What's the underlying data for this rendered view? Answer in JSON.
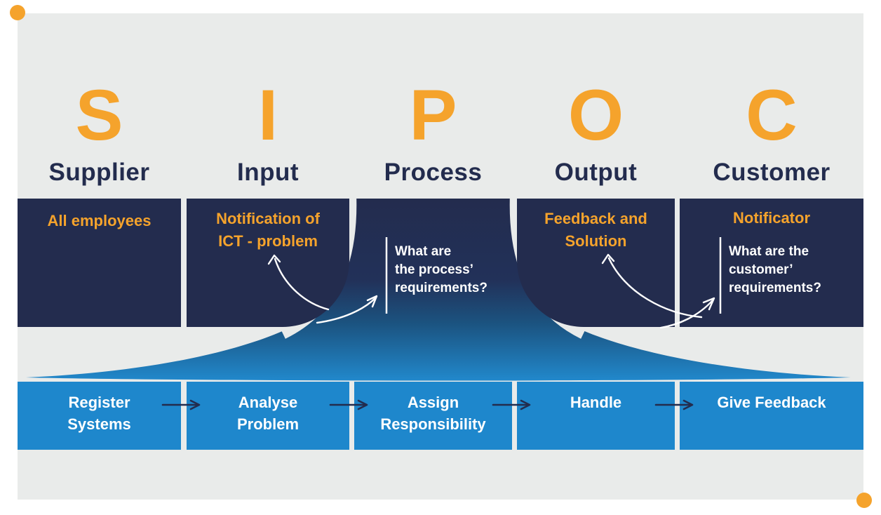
{
  "diagram": "SIPOC process diagram",
  "columns": [
    {
      "letter": "S",
      "label": "Supplier"
    },
    {
      "letter": "I",
      "label": "Input"
    },
    {
      "letter": "P",
      "label": "Process"
    },
    {
      "letter": "O",
      "label": "Output"
    },
    {
      "letter": "C",
      "label": "Customer"
    }
  ],
  "boxes": {
    "supplier": {
      "text": "All employees"
    },
    "input": {
      "line1": "Notification of",
      "line2": "ICT - problem"
    },
    "process": {
      "question": [
        "What are",
        "the process’",
        "requirements?"
      ]
    },
    "output": {
      "line1": "Feedback and",
      "line2": "Solution"
    },
    "customer": {
      "title": "Notificator",
      "question": [
        "What are the",
        "customer’",
        "requirements?"
      ]
    }
  },
  "process_row": [
    {
      "line1": "Register",
      "line2": "Systems"
    },
    {
      "line1": "Analyse",
      "line2": "Problem"
    },
    {
      "line1": "Assign",
      "line2": "Responsibility"
    },
    {
      "line1": "Handle",
      "line2": ""
    },
    {
      "line1": "Give Feedback",
      "line2": ""
    }
  ],
  "colors": {
    "accent_orange": "#F5A32C",
    "dark_navy": "#232C4E",
    "bright_blue": "#1E87CC",
    "background_gray": "#E9EBEA",
    "text_white": "#FFFFFF"
  }
}
